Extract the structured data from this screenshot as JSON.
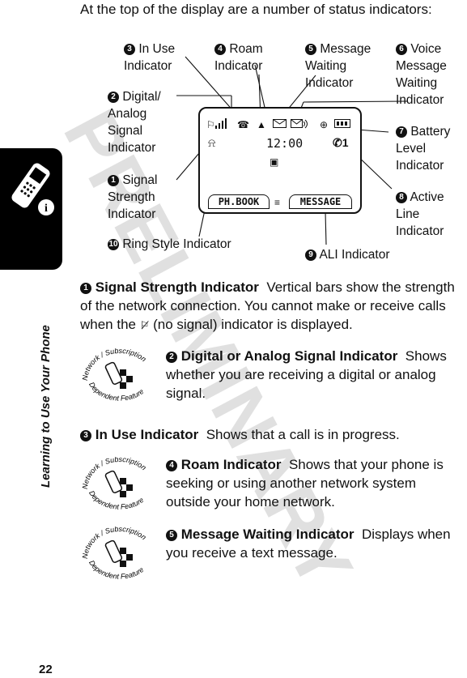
{
  "side_tab": {
    "label": "Learning to Use Your Phone",
    "icon": "phone-info-icon"
  },
  "page_number": "22",
  "intro": "At the top of the display are a number of status indicators:",
  "callouts": {
    "c1": {
      "num": "1",
      "text": "Signal\nStrength\nIndicator"
    },
    "c2": {
      "num": "2",
      "text": "Digital/\nAnalog\nSignal\nIndicator"
    },
    "c3": {
      "num": "3",
      "text": "In Use\nIndicator"
    },
    "c4": {
      "num": "4",
      "text": "Roam\nIndicator"
    },
    "c5": {
      "num": "5",
      "text": "Message\nWaiting\nIndicator"
    },
    "c6": {
      "num": "6",
      "text": "Voice\nMessage\nWaiting\nIndicator"
    },
    "c7": {
      "num": "7",
      "text": "Battery\nLevel\nIndicator"
    },
    "c8": {
      "num": "8",
      "text": "Active\nLine\nIndicator"
    },
    "c9": {
      "num": "9",
      "text": "ALI Indicator"
    },
    "c10": {
      "num": "10",
      "text": "Ring Style Indicator"
    }
  },
  "display": {
    "time": "12:00",
    "left_soft_key": "PH.BOOK",
    "right_soft_key": "MESSAGE",
    "menu_icon": "menu-icon"
  },
  "sections": {
    "s1": {
      "num": "1",
      "title": "Signal Strength Indicator",
      "body_before": "Vertical bars show the strength of the network connection. You cannot make or receive calls when the",
      "body_after": "(no signal) indicator is displayed."
    },
    "s2": {
      "num": "2",
      "title": "Digital or Analog Signal Indicator",
      "body": "Shows whether you are receiving a digital or analog signal."
    },
    "s3": {
      "num": "3",
      "title": "In Use Indicator",
      "body": "Shows that a call is in progress."
    },
    "s4": {
      "num": "4",
      "title": "Roam Indicator",
      "body": "Shows that your phone is seeking or using another network system outside your home network."
    },
    "s5": {
      "num": "5",
      "title": "Message Waiting Indicator",
      "body": "Displays when you receive a text message."
    }
  },
  "badge": {
    "top": "Network / Subscription",
    "bottom": "Dependent Feature"
  },
  "watermark": "PRELIMINARY"
}
